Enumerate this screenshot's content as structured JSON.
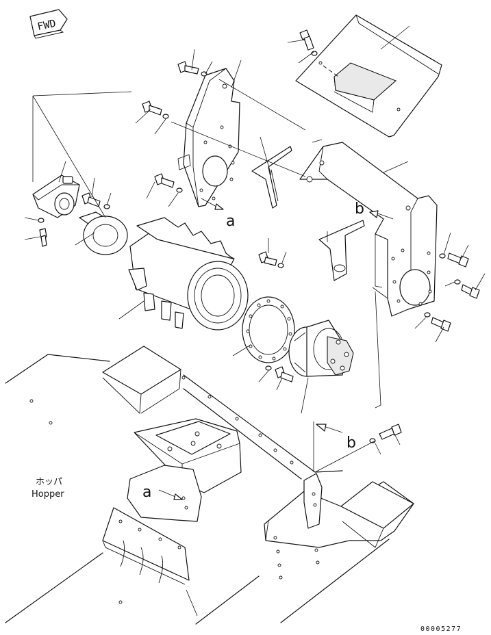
{
  "direction_marker": {
    "text": "FWD"
  },
  "hopper_label": {
    "jp": "ホッパ",
    "en": "Hopper"
  },
  "refs": {
    "a_upper": "a",
    "a_lower": "a",
    "b_upper": "b",
    "b_lower": "b"
  },
  "drawing_code": "00005277"
}
